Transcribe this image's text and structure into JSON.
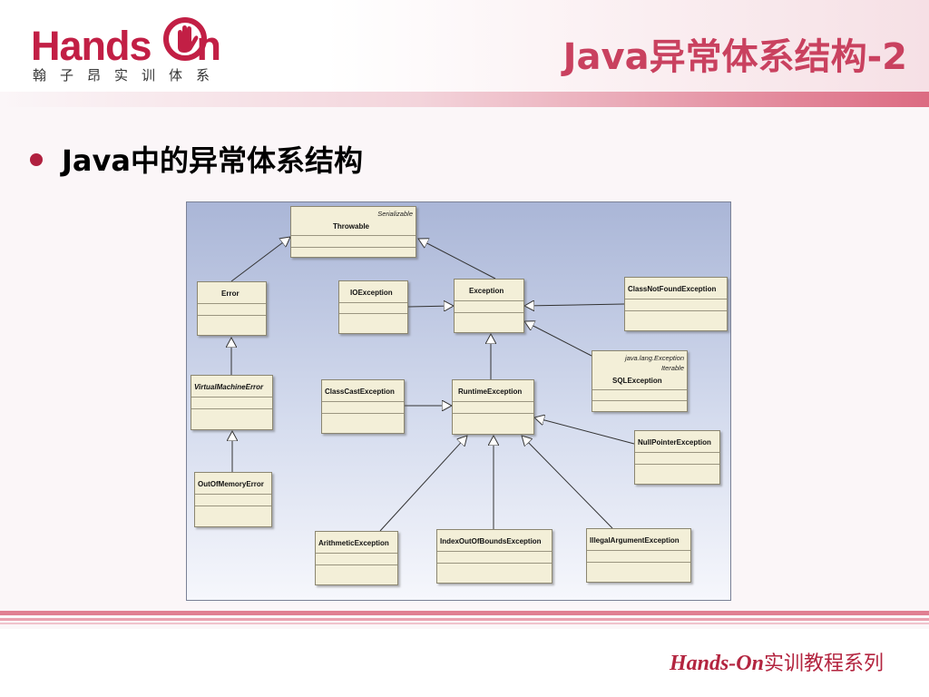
{
  "logo": {
    "brand": "Hands",
    "brand_tail": "n",
    "subtitle": "翰子昂实训体系"
  },
  "slide_title": "Java异常体系结构-2",
  "bullet": "Java中的异常体系结构",
  "diagram": {
    "classes": {
      "throwable": {
        "name": "Throwable",
        "stereotype": "Serializable"
      },
      "error": {
        "name": "Error"
      },
      "ioexception": {
        "name": "IOException"
      },
      "exception": {
        "name": "Exception"
      },
      "classnotfound": {
        "name": "ClassNotFoundException"
      },
      "sqlexception": {
        "name": "SQLException",
        "stereotype1": "java.lang.Exception",
        "stereotype2": "Iterable"
      },
      "vmerror": {
        "name": "VirtualMachineError"
      },
      "classcast": {
        "name": "ClassCastException"
      },
      "runtime": {
        "name": "RuntimeException"
      },
      "nullpointer": {
        "name": "NullPointerException"
      },
      "oom": {
        "name": "OutOfMemoryError"
      },
      "arithmetic": {
        "name": "ArithmeticException"
      },
      "indexoutofbounds": {
        "name": "IndexOutOfBoundsException"
      },
      "illegalargument": {
        "name": "IllegalArgumentException"
      }
    }
  },
  "footer": {
    "brand": "Hands-On",
    "series": "实训教程系列"
  },
  "colors": {
    "brand_red": "#c21f45",
    "title_pink": "#c9415f",
    "class_fill": "#f3efd8"
  }
}
